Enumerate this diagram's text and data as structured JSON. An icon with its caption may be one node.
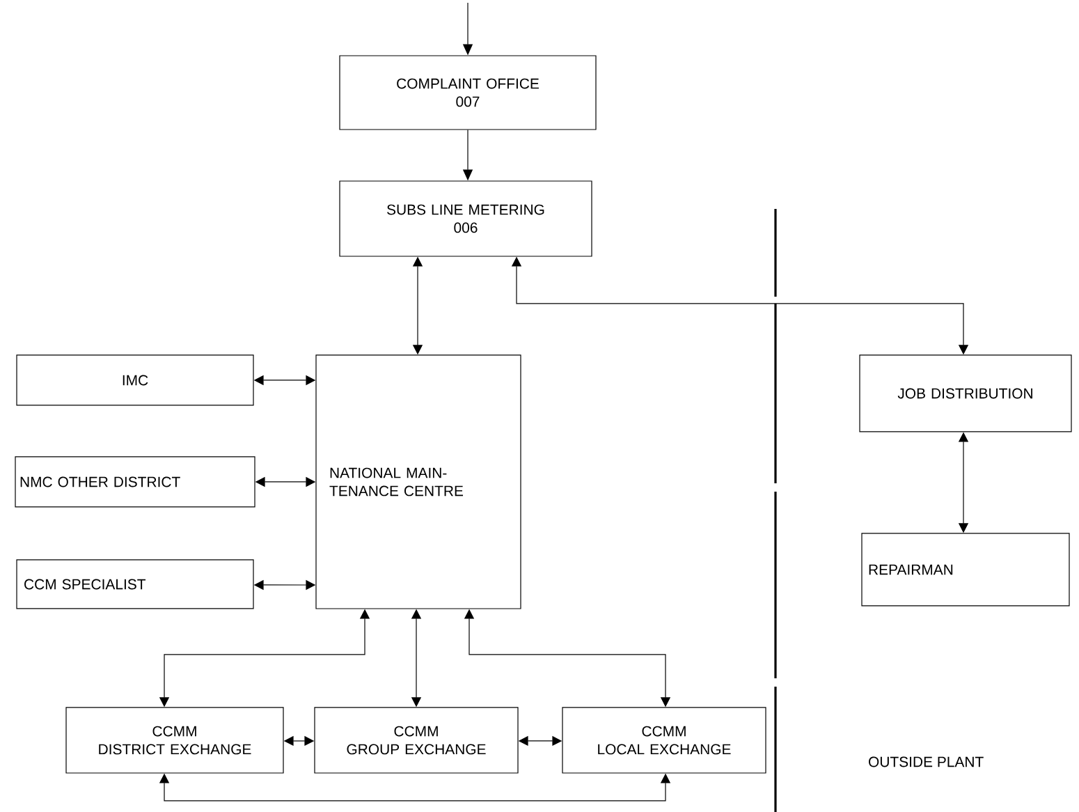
{
  "diagram": {
    "nodes": [
      {
        "text": [
          "COMPLAINT OFFICE",
          "007"
        ]
      },
      {
        "text": [
          "SUBS LINE METERING",
          "006"
        ]
      },
      {
        "text": [
          "IMC"
        ]
      },
      {
        "text": [
          "NMC OTHER DISTRICT"
        ]
      },
      {
        "text": [
          "CCM SPECIALIST"
        ]
      },
      {
        "text": [
          "NATIONAL MAIN- TENANCE CENTRE"
        ]
      },
      {
        "text": [
          "JOB DISTRIBUTION"
        ]
      },
      {
        "text": [
          "REPAIRMAN"
        ]
      },
      {
        "text": [
          "CCMM",
          "DISTRICT EXCHANGE"
        ]
      },
      {
        "text": [
          "CCMM",
          "GROUP EXCHANGE"
        ]
      },
      {
        "text": [
          "CCMM",
          "LOCAL EXCHANGE"
        ]
      }
    ],
    "edges": [
      {
        "from": null,
        "to": 0,
        "arrow": "to"
      },
      {
        "from": 0,
        "to": 1,
        "arrow": "to"
      },
      {
        "from": 1,
        "to": 5,
        "arrow": "both"
      },
      {
        "from": 1,
        "to": 6,
        "arrow": "both"
      },
      {
        "from": 2,
        "to": 5,
        "arrow": "both"
      },
      {
        "from": 3,
        "to": 5,
        "arrow": "both"
      },
      {
        "from": 4,
        "to": 5,
        "arrow": "both"
      },
      {
        "from": 5,
        "to": 8,
        "arrow": "both"
      },
      {
        "from": 5,
        "to": 9,
        "arrow": "both"
      },
      {
        "from": 5,
        "to": 10,
        "arrow": "both"
      },
      {
        "from": 9,
        "to": 8,
        "arrow": "both"
      },
      {
        "from": 10,
        "to": 9,
        "arrow": "both"
      },
      {
        "from": 8,
        "to": 10,
        "arrow": "both"
      },
      {
        "from": 6,
        "to": 7,
        "arrow": "both"
      }
    ],
    "labels": [
      "OUTSIDE PLANT"
    ]
  }
}
